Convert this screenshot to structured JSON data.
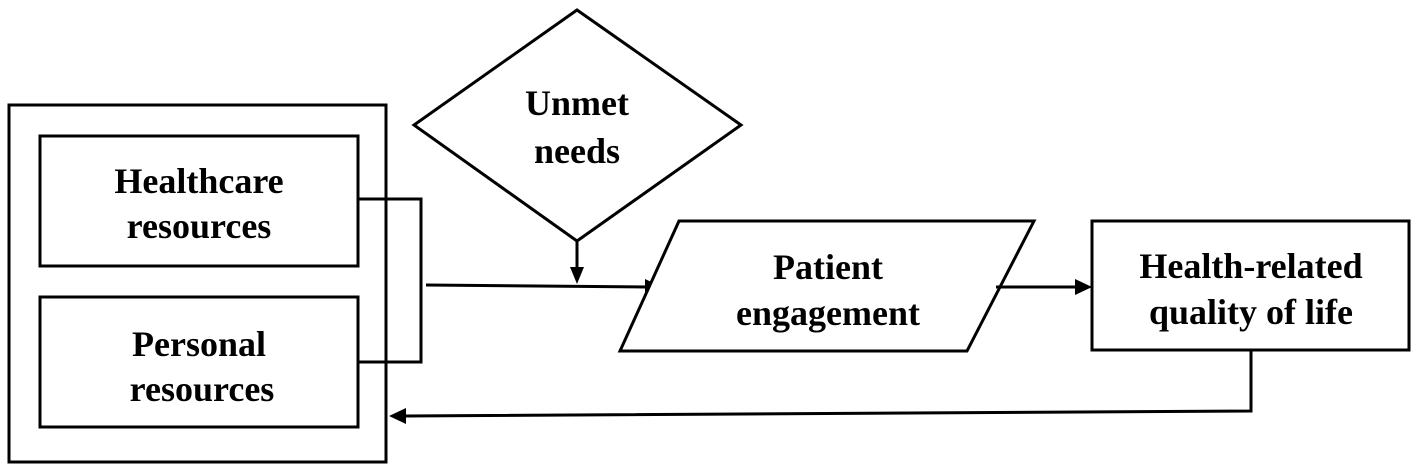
{
  "nodes": {
    "healthcare_resources": {
      "line1": "Healthcare",
      "line2": "resources"
    },
    "personal_resources": {
      "line1": "Personal",
      "line2": "resources"
    },
    "unmet_needs": {
      "line1": "Unmet",
      "line2": "needs"
    },
    "patient_engagement": {
      "line1": "Patient",
      "line2": "engagement"
    },
    "hrqol": {
      "line1": "Health-related",
      "line2": "quality of life"
    }
  },
  "colors": {
    "stroke": "#000000",
    "fill": "#ffffff",
    "text": "#000000"
  }
}
